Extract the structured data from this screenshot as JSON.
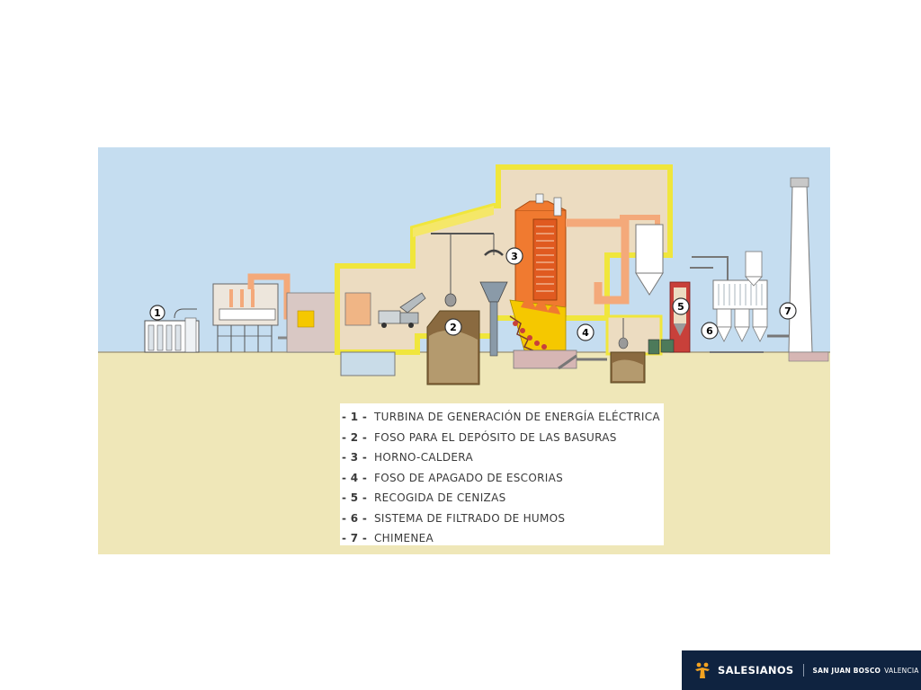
{
  "diagram": {
    "markers": [
      "1",
      "2",
      "3",
      "4",
      "5",
      "6",
      "7"
    ],
    "legend": [
      {
        "num": "- 1 -",
        "label": "TURBINA DE GENERACIÓN DE ENERGÍA ELÉCTRICA"
      },
      {
        "num": "- 2 -",
        "label": "FOSO PARA EL DEPÓSITO DE LAS BASURAS"
      },
      {
        "num": "- 3 -",
        "label": "HORNO-CALDERA"
      },
      {
        "num": "- 4 -",
        "label": "FOSO DE APAGADO DE ESCORIAS"
      },
      {
        "num": "- 5 -",
        "label": "RECOGIDA DE CENIZAS"
      },
      {
        "num": "- 6 -",
        "label": "SISTEMA DE FILTRADO DE HUMOS"
      },
      {
        "num": "- 7 -",
        "label": "CHIMENEA"
      }
    ]
  },
  "footer": {
    "brand": "SALESIANOS",
    "school": "SAN JUAN BOSCO",
    "city": "VALENCIA"
  },
  "colors": {
    "sky": "#c5ddf0",
    "ground": "#efe7b8",
    "building_fill": "#ecdcc1",
    "building_outline": "#f0e63c",
    "wall": "#d9c8c4",
    "flue_pipe": "#f4a97a",
    "furnace": "#f07a30",
    "flame": "#f5c800",
    "waste": "#8a6a40",
    "footer_bg": "#0f2340",
    "logo_accent": "#f3a321"
  }
}
